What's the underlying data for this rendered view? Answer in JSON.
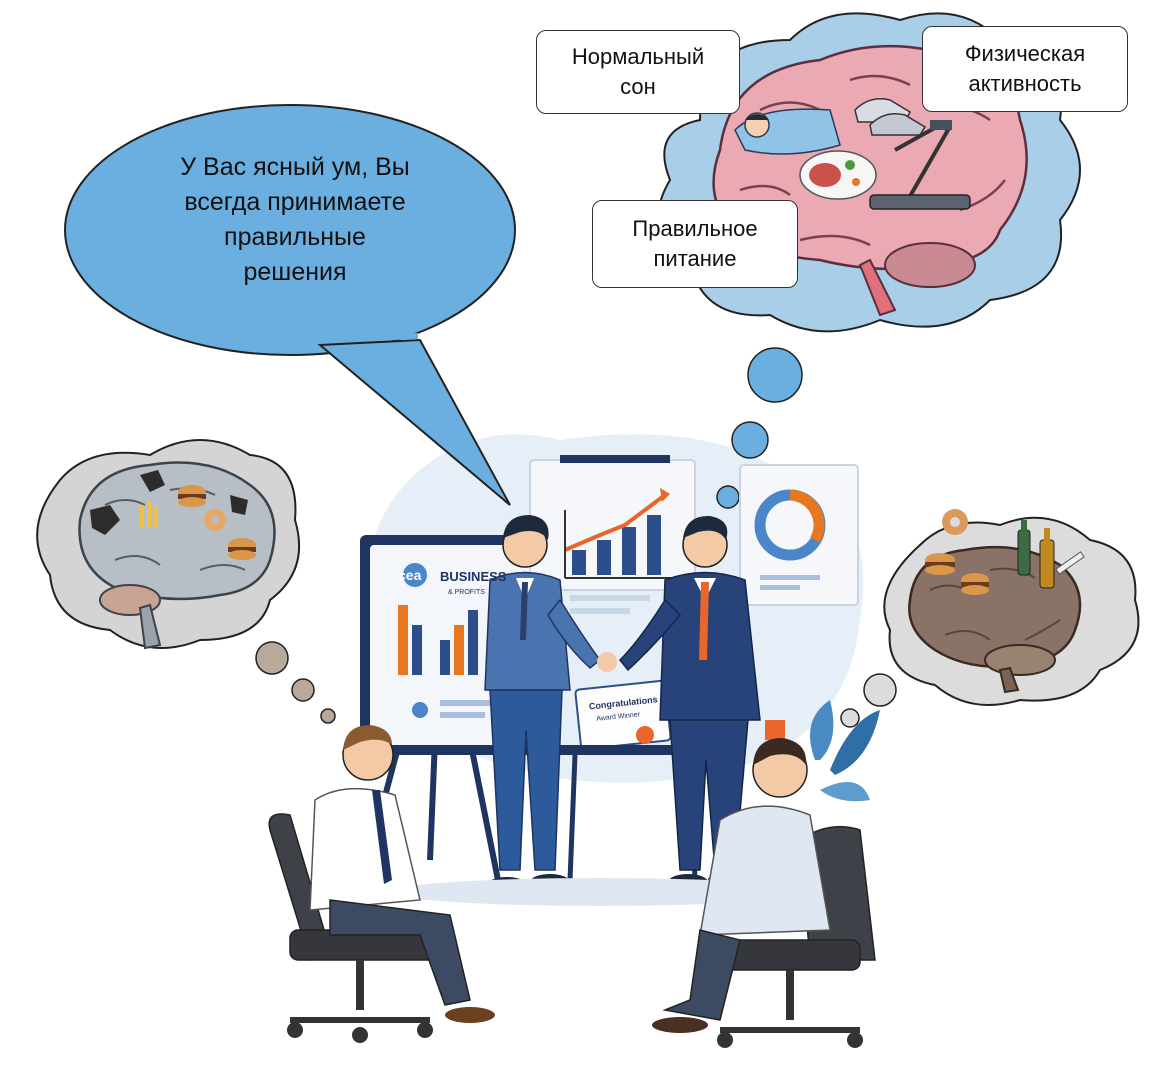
{
  "speech_bubble": {
    "lines": [
      "У Вас ясный ум, Вы",
      "всегда  принимаете",
      "правильные",
      "решения"
    ]
  },
  "healthy_brain_labels": {
    "sleep": [
      "Нормальный",
      "сон"
    ],
    "activity": [
      "Физическая",
      "активность"
    ],
    "nutrition": [
      "Правильное",
      "питание"
    ]
  },
  "board": {
    "logo_text": "cea",
    "title": "BUSINESS",
    "subtitle": "& PROFITS",
    "certificate_line1": "Congratulations",
    "certificate_line2": "Award Winner"
  },
  "colors": {
    "speech_bubble": "#6baee0",
    "thought_blue": "#a9cfe8",
    "thought_gray": "#d4d4d4",
    "brain_pink": "#eaa9b3",
    "suit_navy": "#27437a",
    "tie_orange": "#e8662b"
  }
}
